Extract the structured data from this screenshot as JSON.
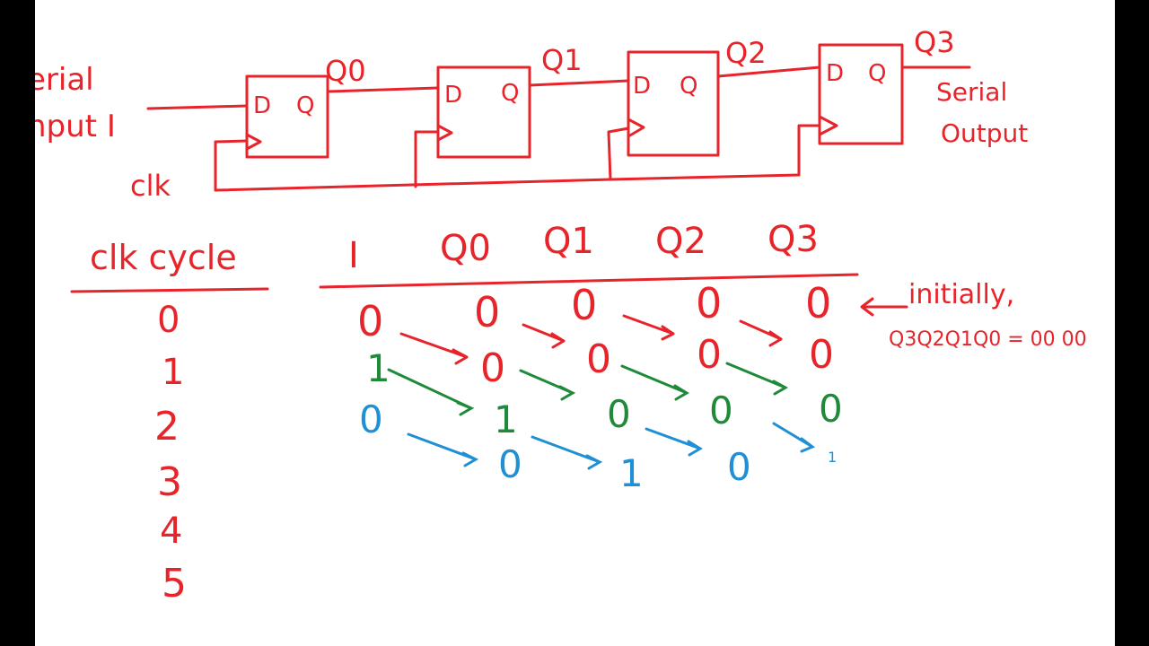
{
  "colors": {
    "red": "#e8242b",
    "green": "#1f8a3a",
    "blue": "#1f8fd6",
    "board": "#ffffff"
  },
  "circuit": {
    "serial_input_label_1": "erial",
    "serial_input_label_2": "nput I",
    "clk_label": "clk",
    "serial_output_label_1": "Serial",
    "serial_output_label_2": "Output",
    "flipflops": [
      {
        "d": "D",
        "q": "Q",
        "out": "Q0"
      },
      {
        "d": "D",
        "q": "Q",
        "out": "Q1"
      },
      {
        "d": "D",
        "q": "Q",
        "out": "Q2"
      },
      {
        "d": "D",
        "q": "Q",
        "out": "Q3"
      }
    ]
  },
  "table": {
    "clk_header": "clk cycle",
    "headers": [
      "I",
      "Q0",
      "Q1",
      "Q2",
      "Q3"
    ],
    "cycles": [
      "0",
      "1",
      "2",
      "3",
      "4",
      "5"
    ],
    "rows": [
      {
        "color": "red",
        "values": [
          "0",
          "0",
          "0",
          "0",
          "0"
        ]
      },
      {
        "color": "red",
        "values": [
          "",
          "0",
          "0",
          "0",
          "0"
        ]
      },
      {
        "color": "green",
        "values": [
          "1",
          "1",
          "0",
          "0",
          "0"
        ]
      },
      {
        "color": "blue",
        "values": [
          "0",
          "0",
          "1",
          "0",
          "1"
        ]
      }
    ],
    "note_1": "initially,",
    "note_2": "Q3Q2Q1Q0 = 00 00"
  }
}
